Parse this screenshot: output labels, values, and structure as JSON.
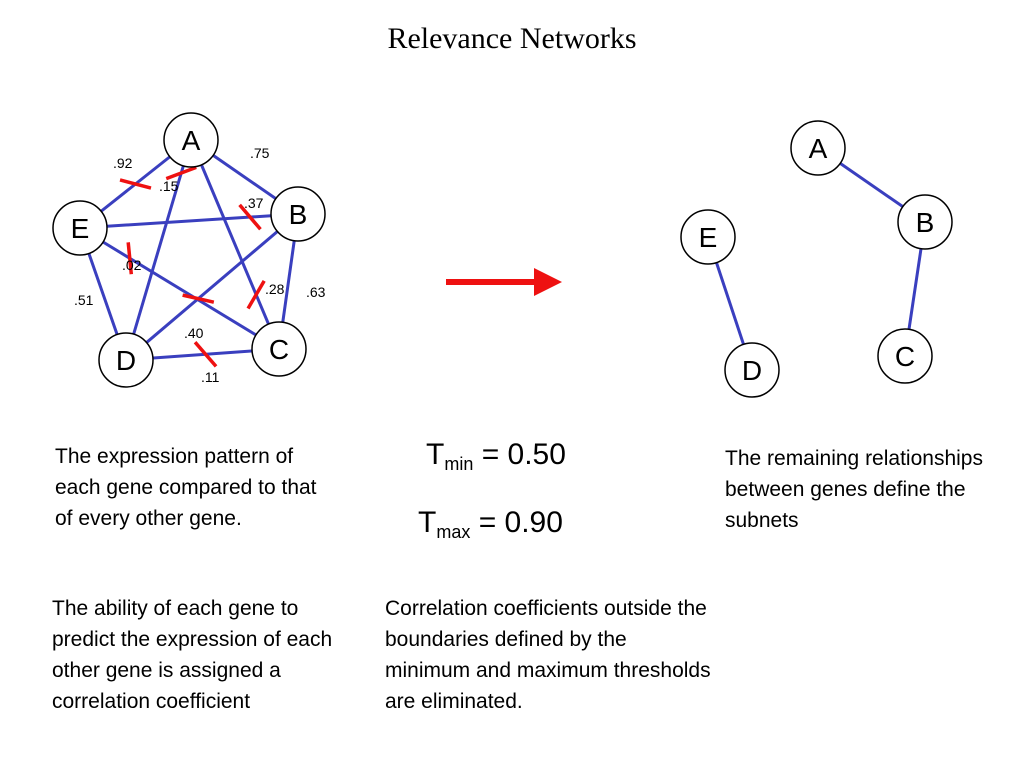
{
  "title": "Relevance Networks",
  "colors": {
    "edge": "#3a3fbf",
    "cut": "#ee1111",
    "arrow": "#ee1111",
    "node_stroke": "#000000"
  },
  "left_network": {
    "nodes": [
      {
        "id": "A",
        "label": "A"
      },
      {
        "id": "B",
        "label": "B"
      },
      {
        "id": "C",
        "label": "C"
      },
      {
        "id": "D",
        "label": "D"
      },
      {
        "id": "E",
        "label": "E"
      }
    ],
    "edges": [
      {
        "from": "A",
        "to": "B",
        "label": ".75",
        "eliminated": false
      },
      {
        "from": "A",
        "to": "E",
        "label": ".92",
        "eliminated": true
      },
      {
        "from": "A",
        "to": "D",
        "label": ".15",
        "eliminated": true
      },
      {
        "from": "A",
        "to": "C",
        "label": ".28",
        "eliminated": true
      },
      {
        "from": "E",
        "to": "B",
        "label": ".37",
        "eliminated": true
      },
      {
        "from": "E",
        "to": "C",
        "label": ".02",
        "eliminated": true
      },
      {
        "from": "E",
        "to": "D",
        "label": ".51",
        "eliminated": false
      },
      {
        "from": "B",
        "to": "C",
        "label": ".63",
        "eliminated": false
      },
      {
        "from": "B",
        "to": "D",
        "label": ".40",
        "eliminated": true
      },
      {
        "from": "D",
        "to": "C",
        "label": ".11",
        "eliminated": true
      }
    ]
  },
  "right_network": {
    "nodes": [
      {
        "id": "A",
        "label": "A"
      },
      {
        "id": "B",
        "label": "B"
      },
      {
        "id": "C",
        "label": "C"
      },
      {
        "id": "D",
        "label": "D"
      },
      {
        "id": "E",
        "label": "E"
      }
    ],
    "edges": [
      {
        "from": "A",
        "to": "B"
      },
      {
        "from": "B",
        "to": "C"
      },
      {
        "from": "E",
        "to": "D"
      }
    ]
  },
  "thresholds": {
    "min": {
      "symbol": "T",
      "sub": "min",
      "value": "= 0.50"
    },
    "max": {
      "symbol": "T",
      "sub": "max",
      "value": "= 0.90"
    }
  },
  "text": {
    "expression": "The expression pattern of each gene compared to that of every other gene.",
    "ability": "The ability of each gene to predict the expression of each other gene is assigned a correlation coefficient",
    "correlation": "Correlation coefficients outside the boundaries defined by the minimum and maximum thresholds are eliminated.",
    "remaining": "The remaining relationships between genes define the subnets"
  }
}
